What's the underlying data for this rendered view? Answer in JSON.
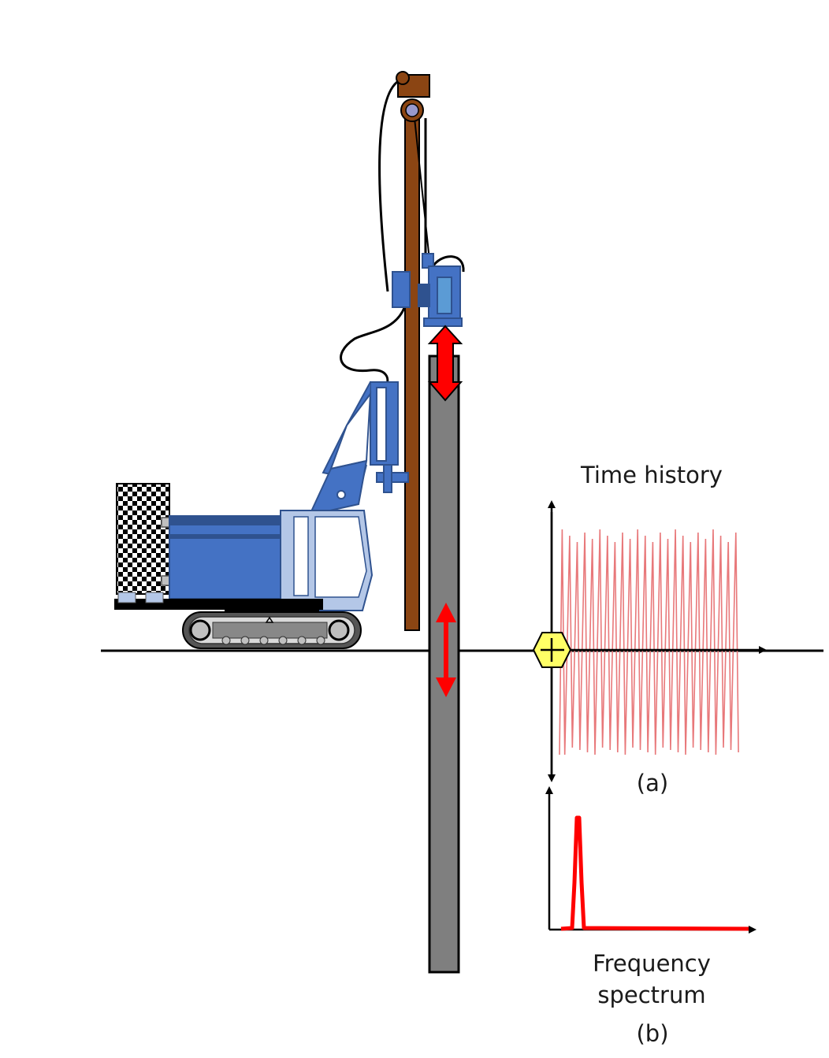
{
  "labels": {
    "time_history": "Time history",
    "panel_a": "(a)",
    "frequency_line1": "Frequency",
    "frequency_line2": "spectrum",
    "panel_b": "(b)"
  },
  "colors": {
    "machine_blue": "#4472c4",
    "machine_blue_dark": "#2f528f",
    "mast_brown": "#8b4513",
    "pile_gray": "#7f7f7f",
    "arrow_red": "#ff0000",
    "signal_red": "#e8787a",
    "sensor_yellow": "#ffff66",
    "ground_black": "#000000"
  },
  "icons": {
    "crane": "pile-driver-crane-icon",
    "vibro_hammer": "vibratory-hammer-icon",
    "pile": "steel-pile-icon",
    "sensor": "hexagon-sensor-icon",
    "vibration_arrow": "double-headed-arrow-icon"
  },
  "diagrams": {
    "time_history": {
      "type": "oscillating-signal",
      "cycles": 24
    },
    "frequency_spectrum": {
      "type": "single-peak-spectrum",
      "peaks": 1
    }
  }
}
